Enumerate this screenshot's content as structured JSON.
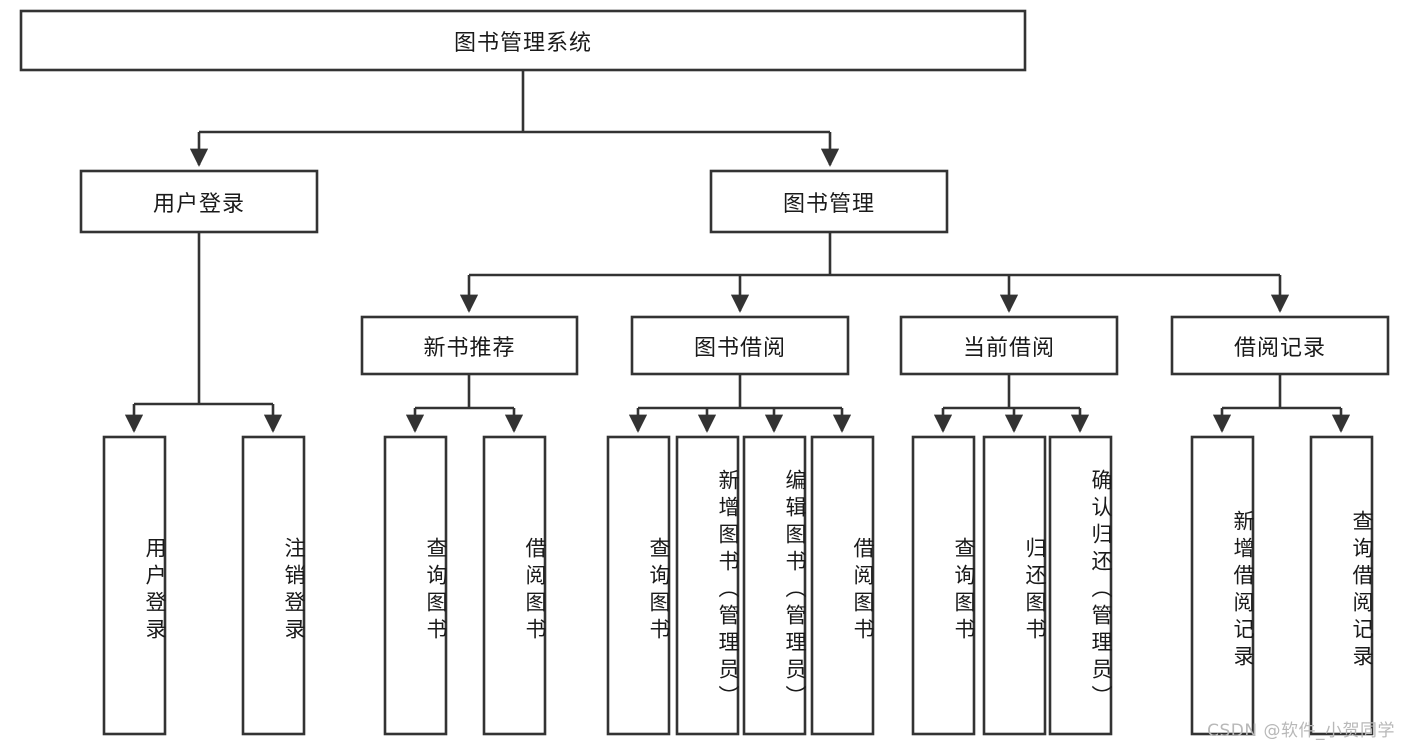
{
  "diagram": {
    "type": "tree",
    "title": "图书管理系统",
    "orientation": "top-down",
    "colors": {
      "box_stroke": "#333333",
      "box_fill": "#ffffff",
      "connector": "#333333",
      "text": "#1a1a1a",
      "watermark": "#b8b8b8"
    },
    "root": {
      "label": "图书管理系统"
    },
    "level2": [
      {
        "label": "用户登录"
      },
      {
        "label": "图书管理"
      }
    ],
    "level3": [
      {
        "label": "新书推荐"
      },
      {
        "label": "图书借阅"
      },
      {
        "label": "当前借阅"
      },
      {
        "label": "借阅记录"
      }
    ],
    "leaves": {
      "user_login": [
        {
          "label": "用户登录"
        },
        {
          "label": "注销登录"
        }
      ],
      "new_book_recommend": [
        {
          "label": "查询图书"
        },
        {
          "label": "借阅图书"
        }
      ],
      "book_borrow": [
        {
          "label": "查询图书"
        },
        {
          "label": "新增图书（管理员）"
        },
        {
          "label": "编辑图书（管理员）"
        },
        {
          "label": "借阅图书"
        }
      ],
      "current_borrow": [
        {
          "label": "查询图书"
        },
        {
          "label": "归还图书"
        },
        {
          "label": "确认归还（管理员）"
        }
      ],
      "borrow_record": [
        {
          "label": "新增借阅记录"
        },
        {
          "label": "查询借阅记录"
        }
      ]
    }
  },
  "watermark": {
    "text": "CSDN @软件_小贺同学"
  }
}
